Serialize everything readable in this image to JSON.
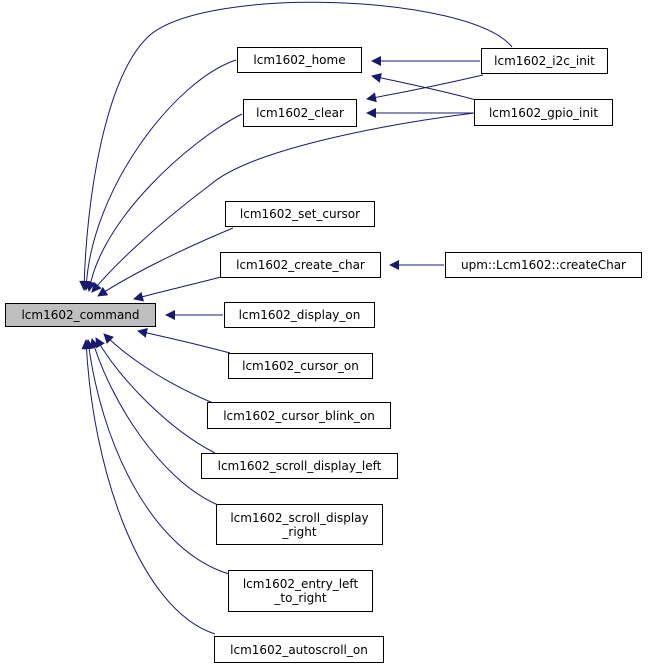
{
  "colors": {
    "edge": "#191970",
    "node_border": "#000000",
    "root_fill": "#bfbfbf",
    "node_fill": "#ffffff"
  },
  "nodes": {
    "command": "lcm1602_command",
    "home": "lcm1602_home",
    "clear": "lcm1602_clear",
    "i2c_init": "lcm1602_i2c_init",
    "gpio_init": "lcm1602_gpio_init",
    "set_cursor": "lcm1602_set_cursor",
    "create_char": "lcm1602_create_char",
    "upm_create_char": "upm::Lcm1602::createChar",
    "display_on": "lcm1602_display_on",
    "cursor_on": "lcm1602_cursor_on",
    "cursor_blink_on": "lcm1602_cursor_blink_on",
    "scroll_display_left": "lcm1602_scroll_display_left",
    "scroll_display_right": "lcm1602_scroll_display\n_right",
    "entry_left_to_right": "lcm1602_entry_left\n_to_right",
    "autoscroll_on": "lcm1602_autoscroll_on"
  },
  "edges": [
    {
      "from": "home",
      "to": "command"
    },
    {
      "from": "i2c_init",
      "to": "command"
    },
    {
      "from": "clear",
      "to": "command"
    },
    {
      "from": "gpio_init",
      "to": "command"
    },
    {
      "from": "set_cursor",
      "to": "command"
    },
    {
      "from": "create_char",
      "to": "command"
    },
    {
      "from": "display_on",
      "to": "command"
    },
    {
      "from": "cursor_on",
      "to": "command"
    },
    {
      "from": "cursor_blink_on",
      "to": "command"
    },
    {
      "from": "scroll_display_left",
      "to": "command"
    },
    {
      "from": "scroll_display_right",
      "to": "command"
    },
    {
      "from": "entry_left_to_right",
      "to": "command"
    },
    {
      "from": "autoscroll_on",
      "to": "command"
    },
    {
      "from": "i2c_init",
      "to": "home"
    },
    {
      "from": "gpio_init",
      "to": "home"
    },
    {
      "from": "i2c_init",
      "to": "clear"
    },
    {
      "from": "gpio_init",
      "to": "clear"
    },
    {
      "from": "upm_create_char",
      "to": "create_char"
    }
  ]
}
